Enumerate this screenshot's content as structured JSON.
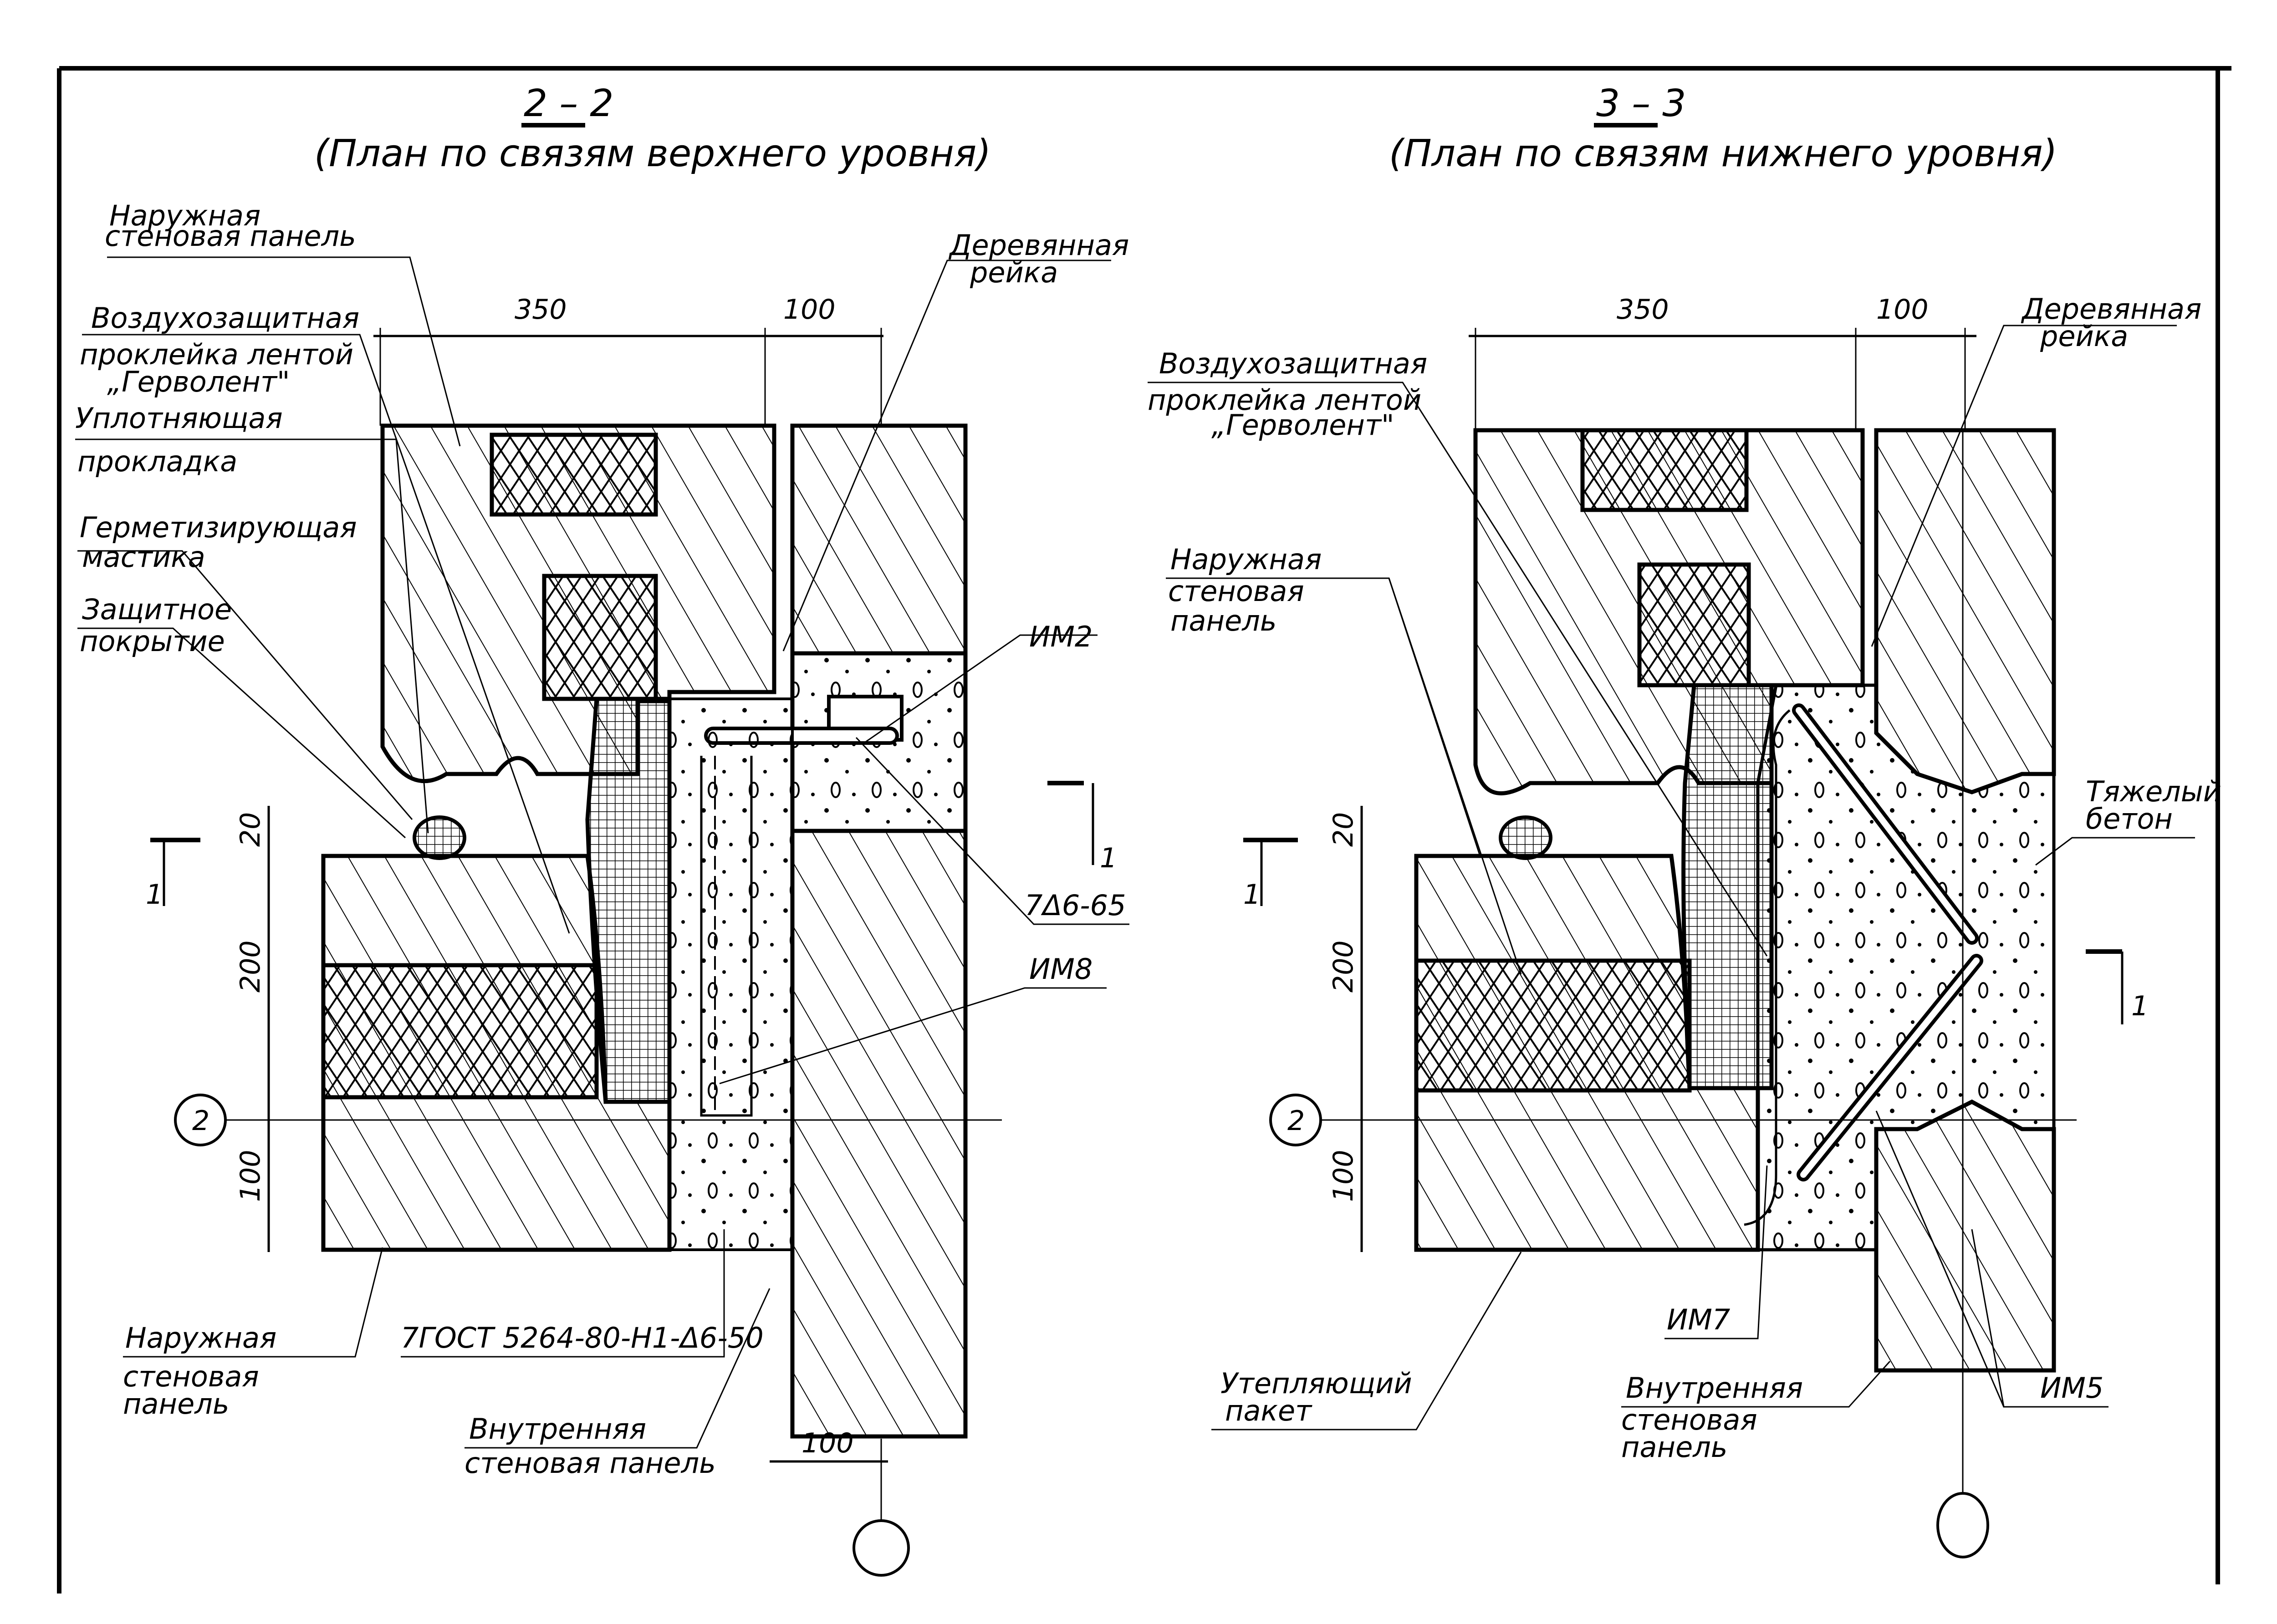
{
  "sections": [
    {
      "id": "2-2",
      "title": "2 – 2",
      "subtitle": "(План  по  связям  верхнего  уровня)",
      "labels": {
        "outer_panel_top_1": "Наружная",
        "outer_panel_top_2": "стеновая панель",
        "air_protect_1": "Воздухозащитная",
        "air_protect_2": "проклейка лентой",
        "air_protect_3": "„Герволент\"",
        "seal_gasket_1": "Уплотняющая",
        "seal_gasket_2": "прокладка",
        "sealing_mastic_1": "Герметизирующая",
        "sealing_mastic_2": "мастика",
        "protective_coat_1": "Защитное",
        "protective_coat_2": "покрытие",
        "wood_strip_1": "Деревянная",
        "wood_strip_2": "рейка",
        "im2": "ИМ2",
        "weld": "7Δ6-65",
        "im8": "ИМ8",
        "gost": "7ГОСТ 5264-80-Н1-Δ6-50",
        "outer_panel_bottom_1": "Наружная",
        "outer_panel_bottom_2": "стеновая",
        "outer_panel_bottom_3": "панель",
        "inner_panel_1": "Внутренняя",
        "inner_panel_2": "стеновая панель"
      },
      "dimensions": {
        "d350": "350",
        "d100_top": "100",
        "d20": "20",
        "d200": "200",
        "d100_left": "100",
        "d100_bottom": "100"
      },
      "axis_marker": "2",
      "section_mark": "1"
    },
    {
      "id": "3-3",
      "title": "3 – 3",
      "subtitle": "(План  по связям  нижнего  уровня)",
      "labels": {
        "air_protect_1": "Воздухозащитная",
        "air_protect_2": "проклейка лентой",
        "air_protect_3": "„Герволент\"",
        "wood_strip_1": "Деревянная",
        "wood_strip_2": "рейка",
        "outer_panel_1": "Наружная",
        "outer_panel_2": "стеновая",
        "outer_panel_3": "панель",
        "heavy_concrete_1": "Тяжелый",
        "heavy_concrete_2": "бетон",
        "im7": "ИМ7",
        "insulation_1": "Утепляющий",
        "insulation_2": "пакет",
        "inner_panel_1": "Внутренняя",
        "inner_panel_2": "стеновая",
        "inner_panel_3": "панель",
        "im5": "ИМ5"
      },
      "dimensions": {
        "d350": "350",
        "d100_top": "100",
        "d20": "20",
        "d200": "200",
        "d100_left": "100"
      },
      "axis_marker": "2",
      "section_mark": "1"
    }
  ]
}
